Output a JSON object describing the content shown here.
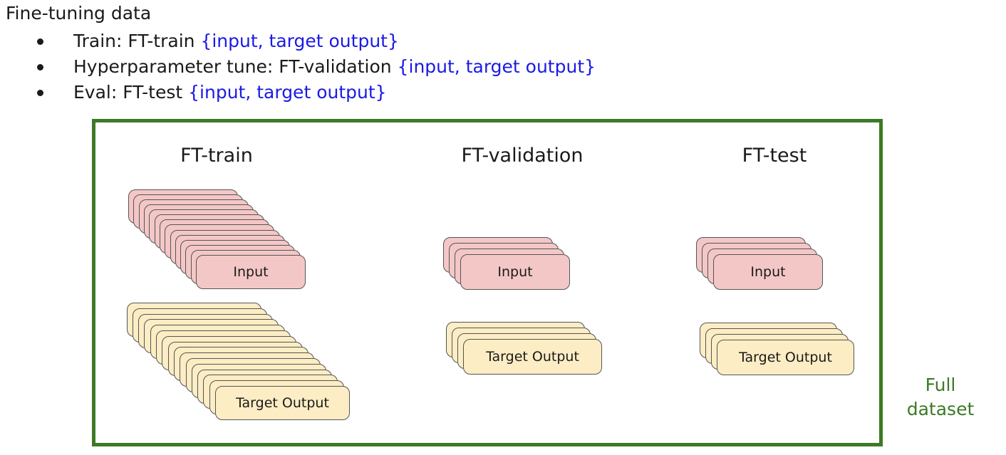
{
  "heading": "Fine-tuning data",
  "bullets": [
    {
      "text": "Train: FT-train ",
      "highlight": "{input, target output}"
    },
    {
      "text": "Hyperparameter tune: FT-validation ",
      "highlight": "{input, target output}"
    },
    {
      "text": "Eval: FT-test ",
      "highlight": "{input, target output}"
    }
  ],
  "colors": {
    "text": "#1a1a1a",
    "highlight": "#1a1ae6",
    "frame": "#3c7a26",
    "input": "#f4c7c7",
    "target": "#fdedc4",
    "border": "#555555"
  },
  "frame_label": [
    "Full",
    "dataset"
  ],
  "columns": [
    {
      "title": "FT-train",
      "input_label": "Input",
      "output_label": "Target Output",
      "input_stack_count": 14,
      "output_stack_count": 16
    },
    {
      "title": "FT-validation",
      "input_label": "Input",
      "output_label": "Target Output",
      "input_stack_count": 4,
      "output_stack_count": 4
    },
    {
      "title": "FT-test",
      "input_label": "Input",
      "output_label": "Target Output",
      "input_stack_count": 4,
      "output_stack_count": 4
    }
  ]
}
